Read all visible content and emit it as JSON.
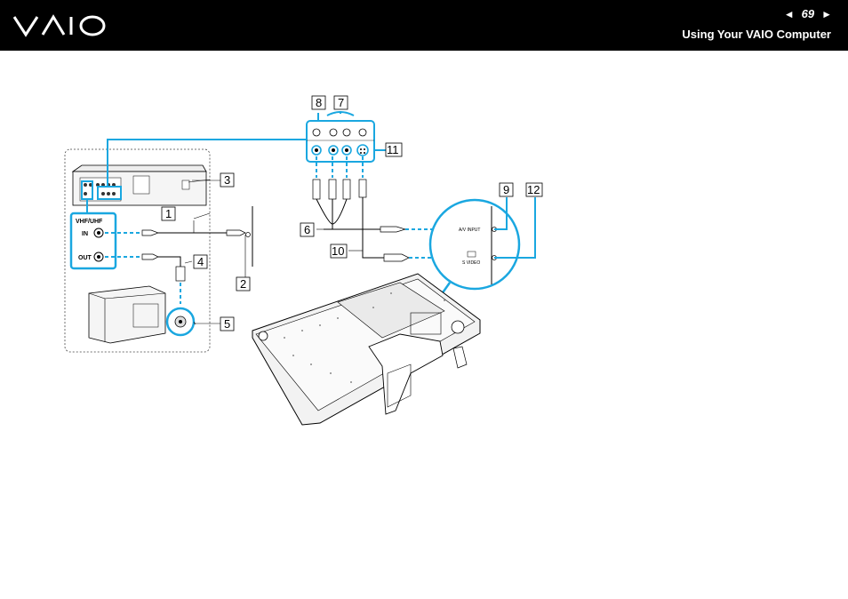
{
  "header": {
    "logo_text": "VAIO",
    "page_number": "69",
    "prev_arrow": "◄",
    "next_arrow": "►",
    "section_title": "Using Your VAIO Computer"
  },
  "diagram": {
    "callouts": [
      "1",
      "2",
      "3",
      "4",
      "5",
      "6",
      "7",
      "8",
      "9",
      "10",
      "11",
      "12"
    ],
    "vcr_labels": {
      "vhf_uhf": "VHF/UHF",
      "in": "IN",
      "out": "OUT"
    },
    "computer_ports": {
      "av_input": "A/V INPUT",
      "s_video": "S VIDEO"
    }
  },
  "colors": {
    "accent": "#1aa7e0",
    "header_bg": "#000000"
  }
}
